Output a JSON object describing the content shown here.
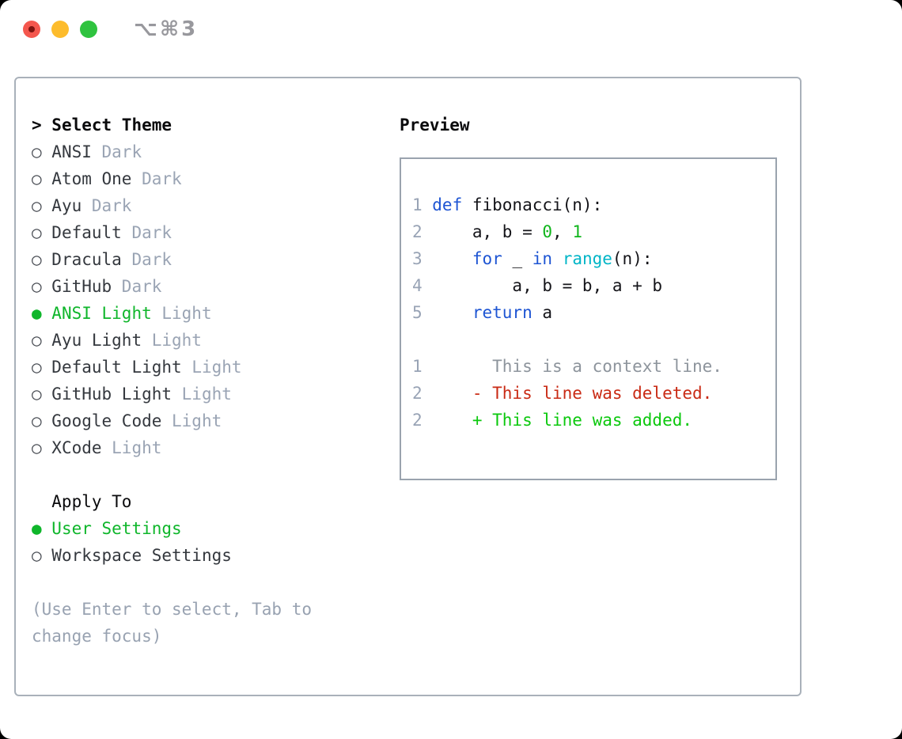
{
  "window": {
    "title": "⌥⌘3"
  },
  "icons": {
    "radio_unselected": "○ ",
    "radio_selected": "● ",
    "focus_caret": "> "
  },
  "theme_panel": {
    "header": {
      "prefix": "> ",
      "label": "Select Theme"
    },
    "themes": [
      {
        "name": "ANSI",
        "variant": "Dark",
        "selected": false
      },
      {
        "name": "Atom One",
        "variant": "Dark",
        "selected": false
      },
      {
        "name": "Ayu",
        "variant": "Dark",
        "selected": false
      },
      {
        "name": "Default",
        "variant": "Dark",
        "selected": false
      },
      {
        "name": "Dracula",
        "variant": "Dark",
        "selected": false
      },
      {
        "name": "GitHub",
        "variant": "Dark",
        "selected": false
      },
      {
        "name": "ANSI Light",
        "variant": "Light",
        "selected": true
      },
      {
        "name": "Ayu Light",
        "variant": "Light",
        "selected": false
      },
      {
        "name": "Default Light",
        "variant": "Light",
        "selected": false
      },
      {
        "name": "GitHub Light",
        "variant": "Light",
        "selected": false
      },
      {
        "name": "Google Code",
        "variant": "Light",
        "selected": false
      },
      {
        "name": "XCode",
        "variant": "Light",
        "selected": false
      }
    ],
    "apply_to": {
      "label": "Apply To",
      "options": [
        {
          "label": "User Settings",
          "selected": true
        },
        {
          "label": "Workspace Settings",
          "selected": false
        }
      ]
    },
    "hint": "(Use Enter to select, Tab to change focus)"
  },
  "preview": {
    "label": "Preview",
    "lines": [
      {
        "n": "1",
        "segs": [
          [
            "kw",
            "def"
          ],
          [
            "fg",
            " fibonacci(n):"
          ]
        ]
      },
      {
        "n": "2",
        "segs": [
          [
            "fg",
            "    a, b = "
          ],
          [
            "num",
            "0"
          ],
          [
            "fg",
            ", "
          ],
          [
            "num",
            "1"
          ]
        ]
      },
      {
        "n": "3",
        "segs": [
          [
            "fg",
            "    "
          ],
          [
            "kw",
            "for"
          ],
          [
            "fg",
            " _ "
          ],
          [
            "kw",
            "in"
          ],
          [
            "fg",
            " "
          ],
          [
            "fn",
            "range"
          ],
          [
            "fg",
            "(n):"
          ]
        ]
      },
      {
        "n": "4",
        "segs": [
          [
            "fg",
            "        a, b = b, a + b"
          ]
        ]
      },
      {
        "n": "5",
        "segs": [
          [
            "fg",
            "    "
          ],
          [
            "kw",
            "return"
          ],
          [
            "fg",
            " a"
          ]
        ]
      },
      {
        "n": "",
        "segs": []
      },
      {
        "n": "1",
        "segs": [
          [
            "ctx",
            "      This is a context line."
          ]
        ]
      },
      {
        "n": "2",
        "segs": [
          [
            "del",
            "    - This line was deleted."
          ]
        ]
      },
      {
        "n": "2",
        "segs": [
          [
            "add",
            "    + This line was added."
          ]
        ]
      }
    ]
  },
  "colors": {
    "selected_green": "#0fb62b",
    "keyword_blue": "#1e55d3",
    "builtin_cyan": "#00b5c7",
    "number_green": "#10b51c",
    "added_green": "#0bc80d",
    "deleted_red": "#c92a14",
    "traffic_red": "#f4574e",
    "traffic_yellow": "#fdbc2c",
    "traffic_green": "#2fc33f"
  }
}
